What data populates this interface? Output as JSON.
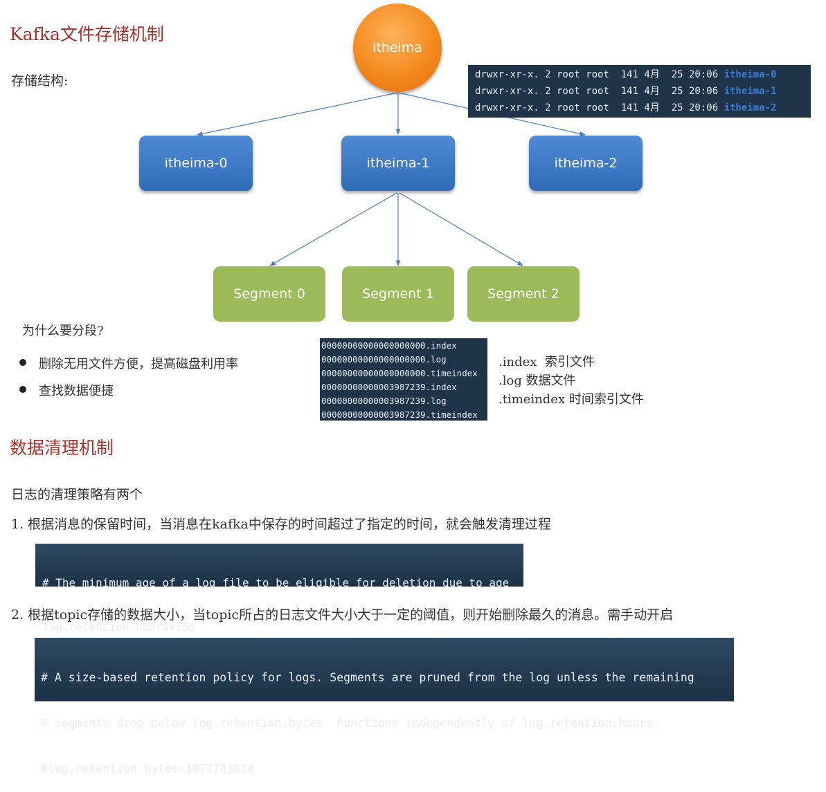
{
  "section1": {
    "title": "Kafka文件存储机制",
    "structure_label": "存储结构:"
  },
  "diagram": {
    "root": "itheima",
    "partitions": [
      "itheima-0",
      "itheima-1",
      "itheima-2"
    ],
    "segments": [
      "Segment 0",
      "Segment 1",
      "Segment 2"
    ],
    "node_colors": {
      "root": "#f48a1e",
      "partition": "#2f6cb8",
      "segment": "#9bbb59"
    }
  },
  "terminal": {
    "rows": [
      {
        "text": "drwxr-xr-x. 2 root root  141 4月  25 20:06 ",
        "name": "itheima-0"
      },
      {
        "text": "drwxr-xr-x. 2 root root  141 4月  25 20:06 ",
        "name": "itheima-1"
      },
      {
        "text": "drwxr-xr-x. 2 root root  141 4月  25 20:06 ",
        "name": "itheima-2"
      }
    ]
  },
  "why": {
    "question": "为什么要分段?",
    "bullets": [
      "删除无用文件方便，提高磁盘利用率",
      "查找数据便捷"
    ]
  },
  "files": {
    "rows": [
      "00000000000000000000.index",
      "00000000000000000000.log",
      "00000000000000000000.timeindex",
      "00000000000003987239.index",
      "00000000000003987239.log",
      "00000000000003987239.timeindex"
    ],
    "legend": [
      ".index  索引文件",
      ".log 数据文件",
      ".timeindex 时间索引文件"
    ]
  },
  "section2": {
    "title": "数据清理机制",
    "intro": "日志的清理策略有两个",
    "item1": "1.  根据消息的保留时间，当消息在kafka中保存的时间超过了指定的时间，就会触发清理过程",
    "code1": [
      "# The minimum age of a log file to be eligible for deletion due to age",
      "log.retention.hours=168"
    ],
    "item2": "2. 根据topic存储的数据大小，当topic所占的日志文件大小大于一定的阈值，则开始删除最久的消息。需手动开启",
    "code2": [
      "# A size-based retention policy for logs. Segments are pruned from the log unless the remaining",
      "# segments drop below log.retention.bytes. Functions independently of log.retention.hours.",
      "#log.retention.bytes=1073741824"
    ]
  }
}
